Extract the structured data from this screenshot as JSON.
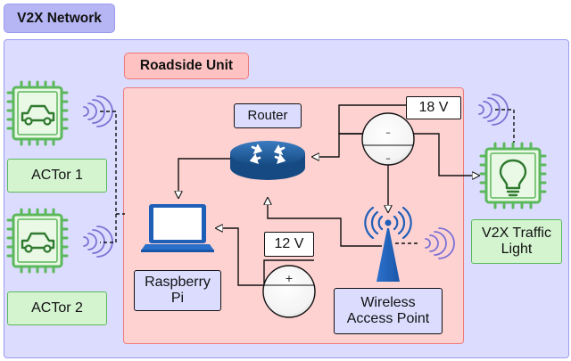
{
  "network": {
    "title": "V2X Network"
  },
  "roadside_unit": {
    "title": "Roadside Unit"
  },
  "router": {
    "label": "Router"
  },
  "voltage": {
    "v18": "18 V",
    "v12": "12 V"
  },
  "actor1": {
    "label": "ACTor 1"
  },
  "actor2": {
    "label": "ACTor 2"
  },
  "raspberry_pi": {
    "line1": "Raspberry",
    "line2": "Pi"
  },
  "access_point": {
    "line1": "Wireless",
    "line2": "Access Point"
  },
  "traffic_light": {
    "line1": "V2X Traffic",
    "line2": "Light"
  },
  "battery": {
    "minus": "–",
    "plus": "+"
  },
  "colors": {
    "network_fill": "#dcdcff",
    "network_border": "#9b9bee",
    "rsu_fill": "#ffd2d2",
    "rsu_border": "#ef7a7a",
    "chip_green": "#5cb85c",
    "label_green": "#d4f4d0",
    "router_blue": "#1d4f86",
    "ap_blue": "#1e5fb8",
    "wifi_purple": "#7b72d4"
  }
}
